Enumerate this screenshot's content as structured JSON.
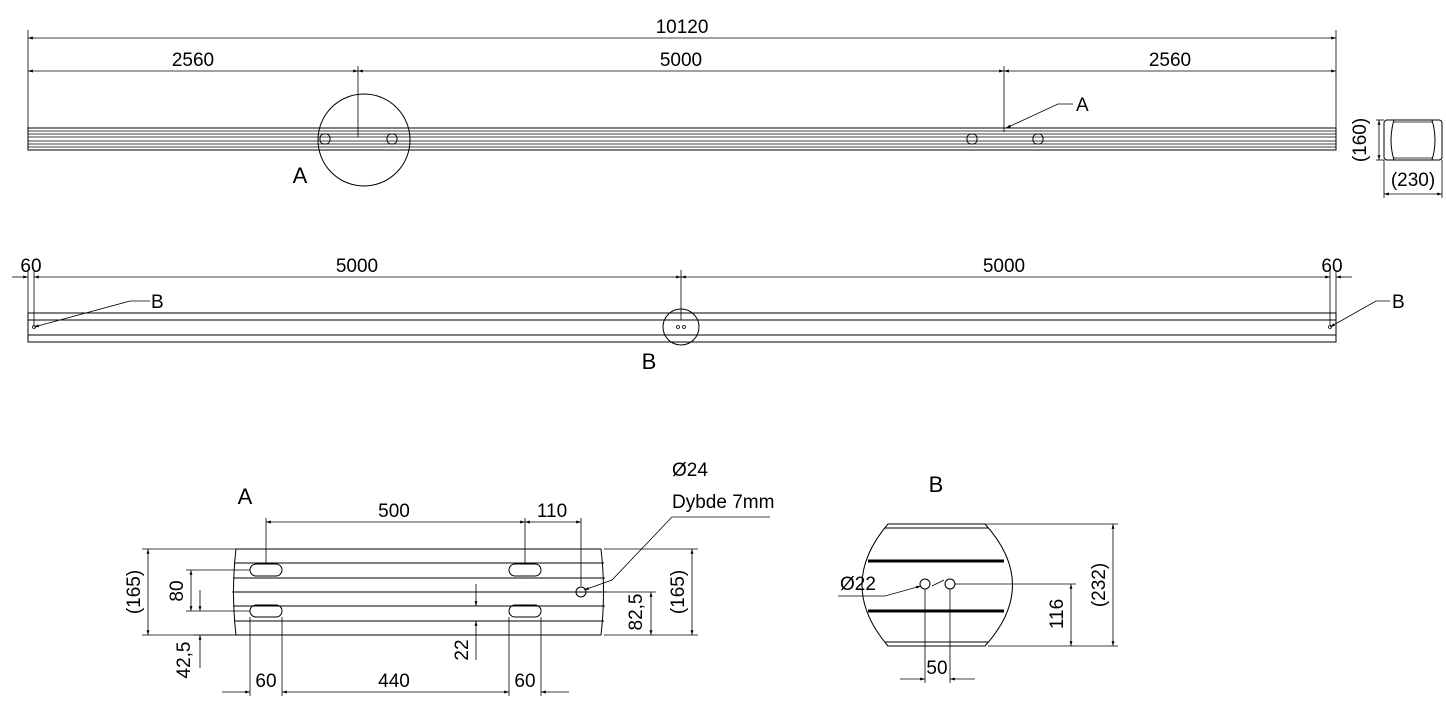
{
  "top_view": {
    "overall": "10120",
    "left": "2560",
    "middle": "5000",
    "right": "2560",
    "detail_label": "A",
    "leader_label": "A",
    "end_height": "(160)",
    "end_width": "(230)"
  },
  "mid_view": {
    "left_end": "60",
    "left_span": "5000",
    "right_span": "5000",
    "right_end": "60",
    "leader_left": "B",
    "leader_right": "B",
    "detail_label": "B"
  },
  "detail_a": {
    "title": "A",
    "d500": "500",
    "d110": "110",
    "hole_diameter": "Ø24",
    "hole_depth": "Dybde 7mm",
    "h165_left": "(165)",
    "h165_right": "(165)",
    "d80": "80",
    "d42_5": "42,5",
    "d22": "22",
    "d82_5": "82,5",
    "d60_left": "60",
    "d440": "440",
    "d60_right": "60"
  },
  "detail_b": {
    "title": "B",
    "hole_diameter": "Ø22",
    "d50": "50",
    "d116": "116",
    "d232": "(232)"
  }
}
